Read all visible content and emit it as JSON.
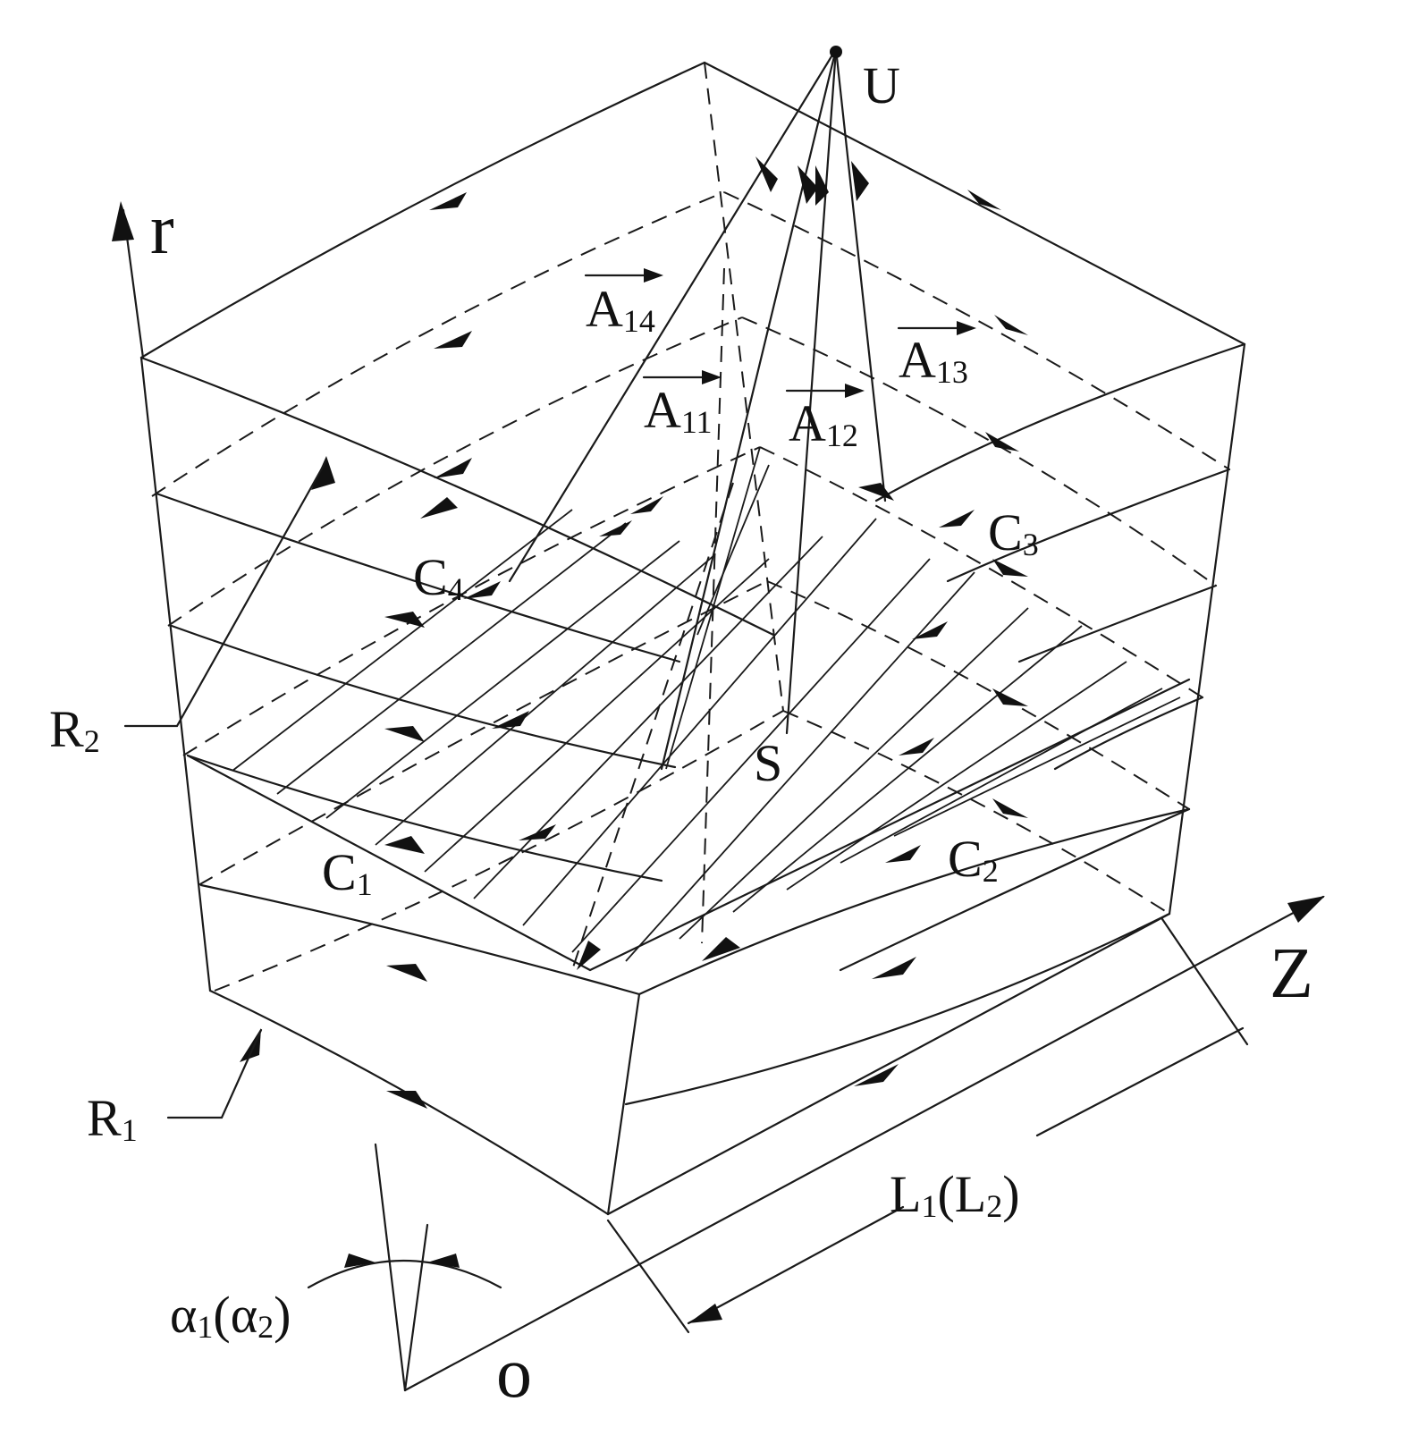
{
  "labels": {
    "r": {
      "main": "r",
      "sub": ""
    },
    "U": {
      "main": "U",
      "sub": ""
    },
    "S": {
      "main": "S",
      "sub": ""
    },
    "Z": {
      "main": "Z",
      "sub": ""
    },
    "O": {
      "main": "o",
      "sub": ""
    },
    "R1": {
      "main": "R",
      "sub": "1"
    },
    "R2": {
      "main": "R",
      "sub": "2"
    },
    "C1": {
      "main": "C",
      "sub": "1"
    },
    "C2": {
      "main": "C",
      "sub": "2"
    },
    "C3": {
      "main": "C",
      "sub": "3"
    },
    "C4": {
      "main": "C",
      "sub": "4"
    },
    "A11": {
      "main": "A",
      "sub": "11"
    },
    "A12": {
      "main": "A",
      "sub": "12"
    },
    "A13": {
      "main": "A",
      "sub": "13"
    },
    "A14": {
      "main": "A",
      "sub": "14"
    },
    "L": {
      "main": "L",
      "sub": "1",
      "paren_main": "L",
      "paren_sub": "2"
    },
    "alpha": {
      "main": "α",
      "sub": "1",
      "paren_main": "α",
      "paren_sub": "2"
    }
  },
  "colors": {
    "stroke": "#1a1a1a",
    "background": "#ffffff"
  }
}
